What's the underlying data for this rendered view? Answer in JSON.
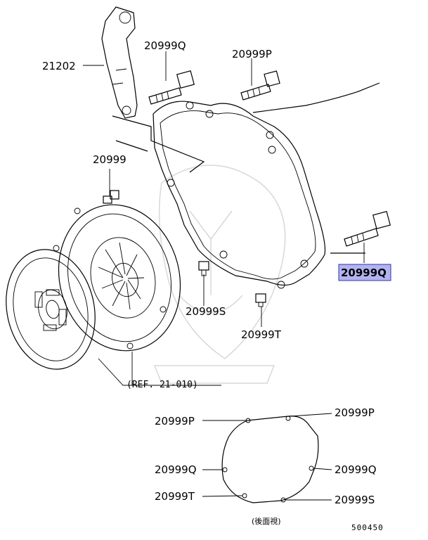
{
  "labels": {
    "bracket": "21202",
    "bolt_top_q": "20999Q",
    "bolt_top_p": "20999P",
    "bolt_left": "20999",
    "bolt_s": "20999S",
    "bolt_t": "20999T",
    "bolt_right_q_highlight": "20999Q",
    "ref": "(REF. 21-010)"
  },
  "rear_view": {
    "p_left": "20999P",
    "p_right": "20999P",
    "q_left": "20999Q",
    "q_right": "20999Q",
    "t_left": "20999T",
    "s_right": "20999S",
    "caption": "(後面視)"
  },
  "diagram_code": "500450",
  "highlight_color": "#b3b3f0",
  "highlight_border": "#3333aa"
}
